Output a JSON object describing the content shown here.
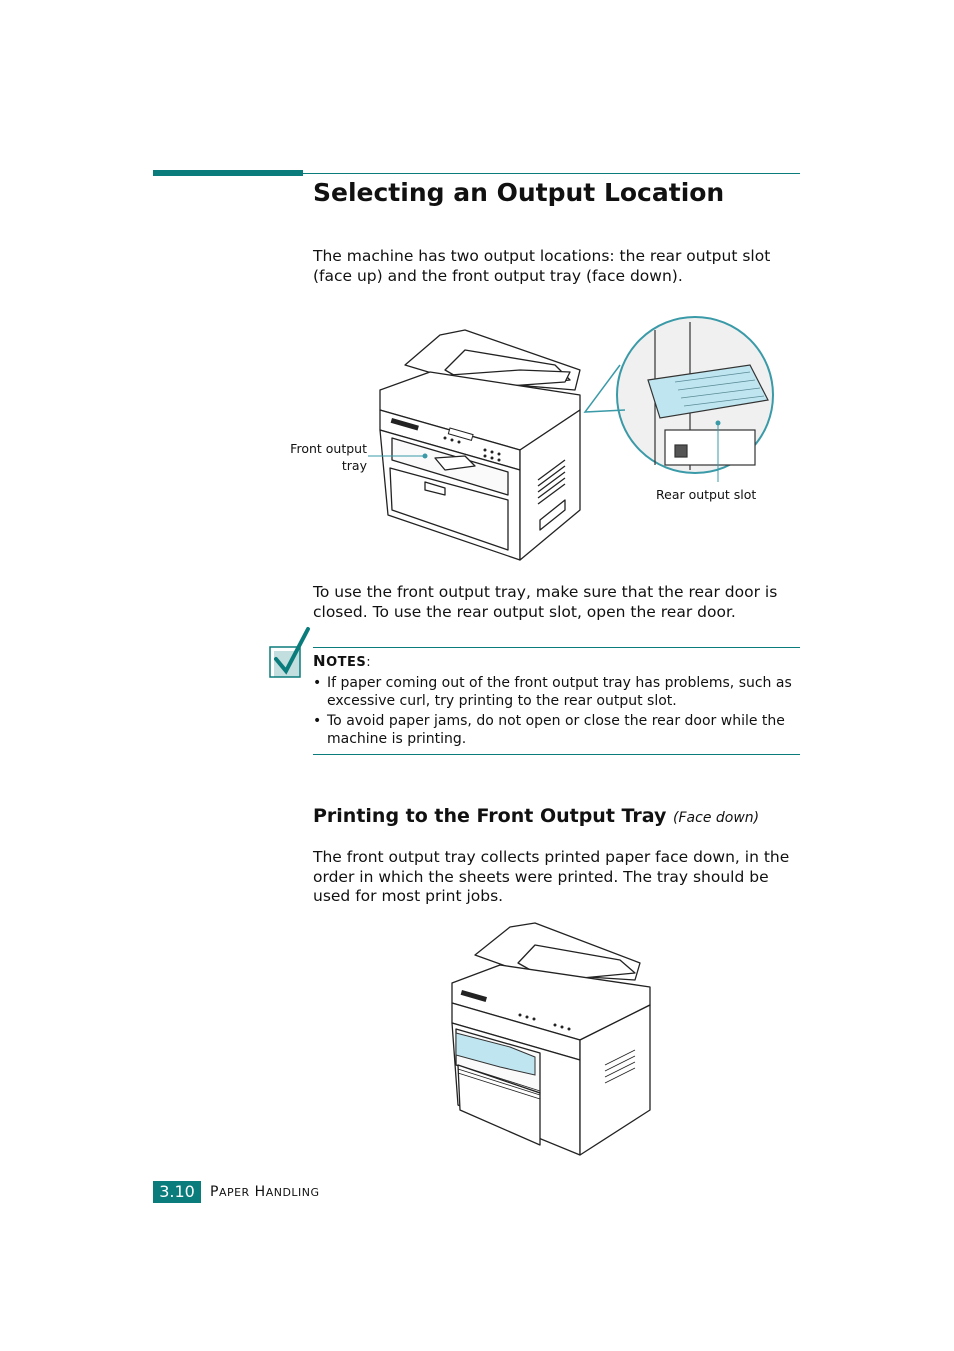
{
  "section_title": "Selecting an Output Location",
  "intro_text": "The machine has two output locations: the rear output slot (face up) and the front output tray (face down).",
  "figure1": {
    "label_front_line1": "Front output",
    "label_front_line2": "tray",
    "label_rear": "Rear output slot"
  },
  "usage_text": "To use the front output tray, make sure that the rear door is closed. To use the rear output slot, open the rear door.",
  "notes": {
    "title_first": "N",
    "title_rest": "OTES",
    "colon": ":",
    "items": [
      {
        "bullet": "•",
        "text": "If paper coming out of the front output tray has problems, such as excessive curl, try printing to the rear output slot."
      },
      {
        "bullet": "•",
        "text": "To avoid paper jams, do not open or close the rear door while the machine is printing."
      }
    ]
  },
  "subsection": {
    "title": "Printing to the Front Output Tray",
    "subtitle": "(Face down)",
    "text": "The front output tray collects printed paper face down, in the order in which the sheets were printed. The tray should be used for most print jobs."
  },
  "footer": {
    "page_number": "3.10",
    "chapter_p": "P",
    "chapter_aper": "APER",
    "chapter_h": "H",
    "chapter_andling": "ANDLING"
  },
  "colors": {
    "accent": "#0b7c7c",
    "highlight": "#bfe6f0"
  }
}
